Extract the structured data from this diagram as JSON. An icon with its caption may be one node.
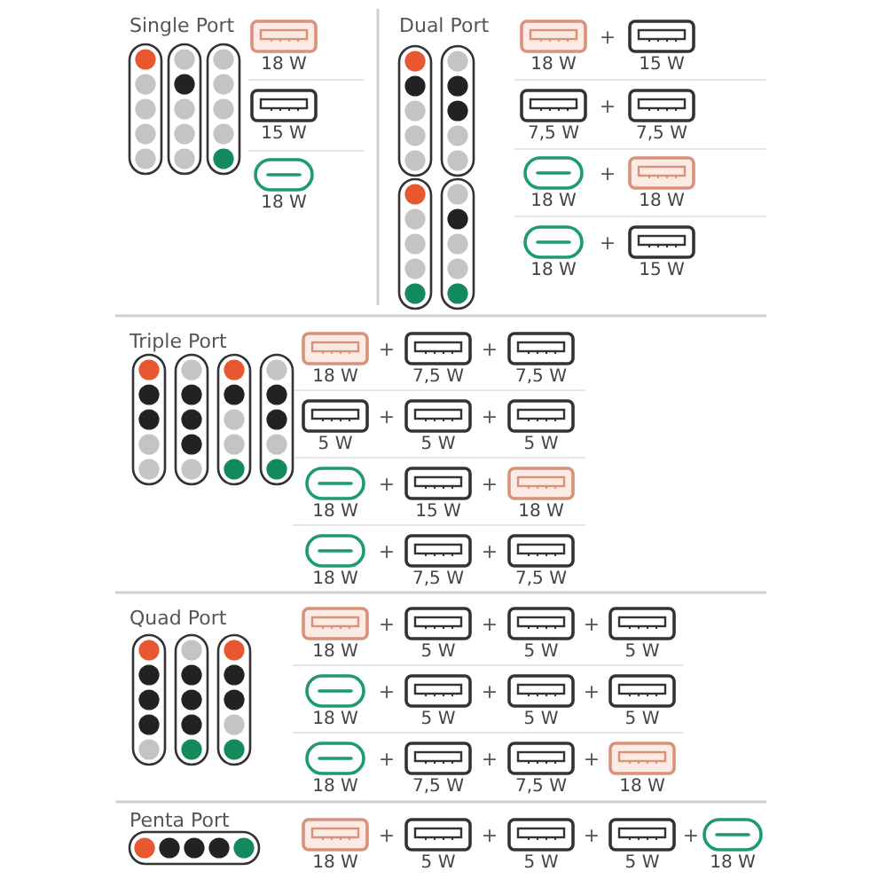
{
  "diagram": {
    "labels": [
      "Single Port",
      "18 W",
      "15 W",
      "18 W",
      "Dual Port",
      "18 W",
      "+",
      "15 W",
      "7,5 W",
      "+",
      "7,5 W",
      "18 W",
      "+",
      "18 W",
      "18 W",
      "+",
      "15 W",
      "Triple Port",
      "18 W",
      "+",
      "7,5 W",
      "+",
      "7,5 W",
      "5 W",
      "+",
      "5 W",
      "+",
      "5 W",
      "18 W",
      "+",
      "15 W",
      "+",
      "18 W",
      "18 W",
      "+",
      "7,5 W",
      "+",
      "7,5 W",
      "Quad Port",
      "18 W",
      "+",
      "5 W",
      "+",
      "5 W",
      "+",
      "5 W",
      "18 W",
      "+",
      "5 W",
      "+",
      "5 W",
      "+",
      "5 W",
      "18 W",
      "+",
      "7,5 W",
      "+",
      "7,5 W",
      "+",
      "18 W",
      "Penta Port",
      "18 W",
      "+",
      "5 W",
      "+",
      "5 W",
      "+",
      "5 W",
      "+",
      "18 W"
    ]
  }
}
